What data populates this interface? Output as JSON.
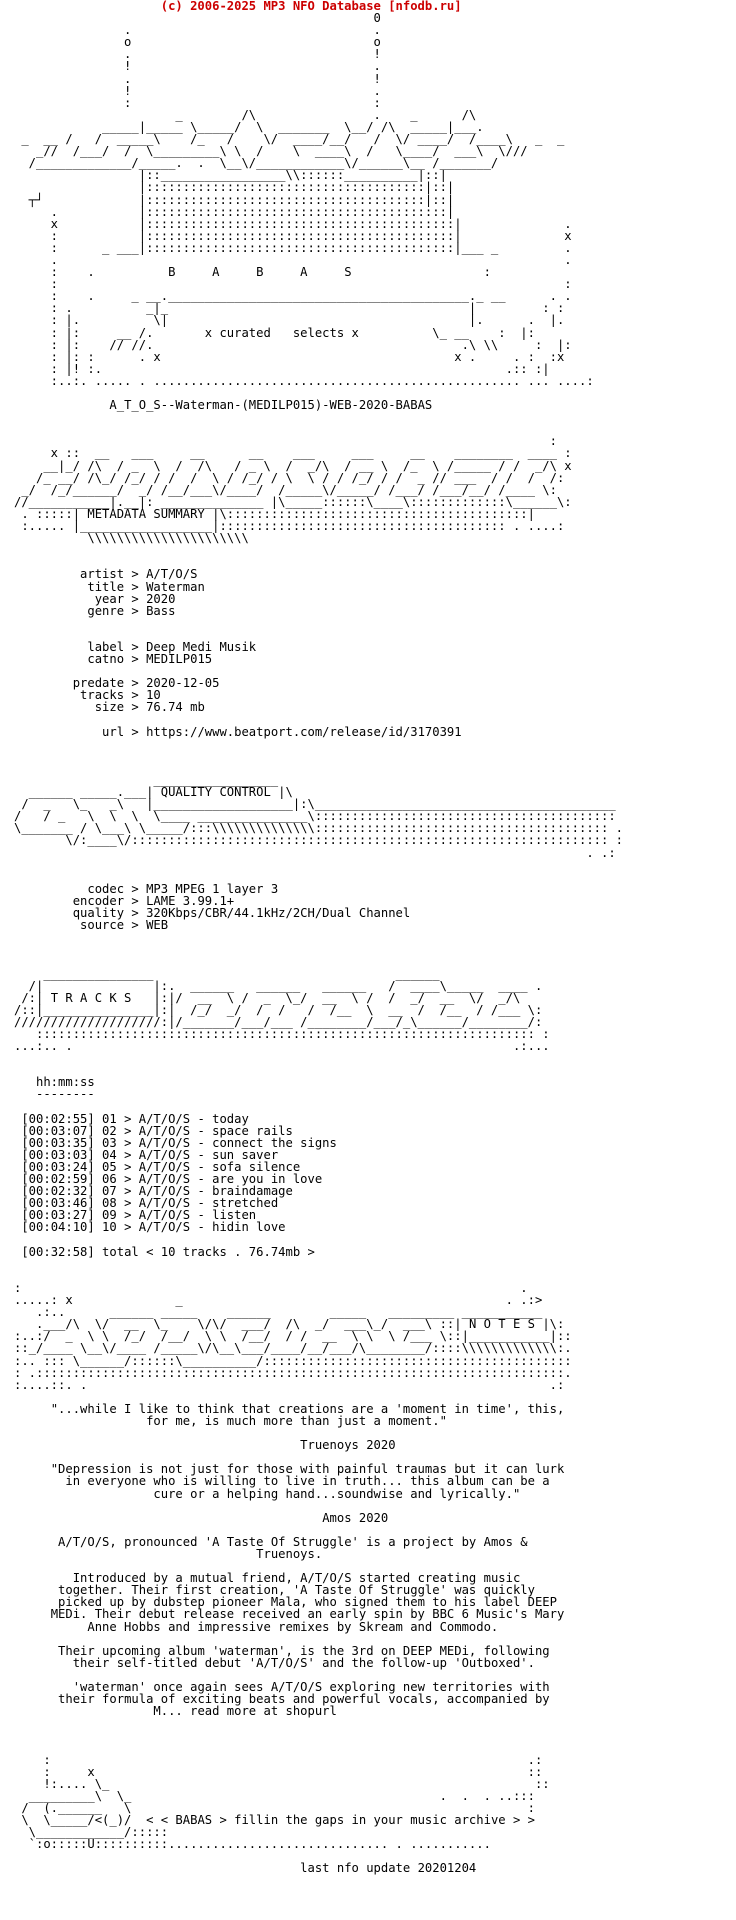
{
  "header": {
    "text": "(c) 2006-2025 MP3 NFO Database [nfodb.ru]",
    "color": "#cc0000"
  },
  "release_name": "A_T_O_S--Waterman-(MEDILP015)-WEB-2020-BABAS",
  "banner": {
    "letters": "B     A     B     A     S",
    "tagline": "x curated   selects x"
  },
  "metadata": {
    "heading": "METADATA SUMMARY",
    "artist": "A/T/O/S",
    "title": "Waterman",
    "year": "2020",
    "genre": "Bass",
    "label": "Deep Medi Musik",
    "catno": "MEDILP015",
    "predate": "2020-12-05",
    "tracks": "10",
    "size": "76.74 mb",
    "url": "https://www.beatport.com/release/id/3170391"
  },
  "quality": {
    "heading": "QUALITY CONTROL",
    "codec": "MP3 MPEG 1 layer 3",
    "encoder": "LAME 3.99.1+",
    "quality": "320Kbps/CBR/44.1kHz/2CH/Dual Channel",
    "source": "WEB"
  },
  "tracks": {
    "heading": "T R A C K S",
    "format": "hh:mm:ss",
    "rows": [
      "[00:02:55] 01 > A/T/O/S - today",
      "[00:03:07] 02 > A/T/O/S - space rails",
      "[00:03:35] 03 > A/T/O/S - connect the signs",
      "[00:03:03] 04 > A/T/O/S - sun saver",
      "[00:03:24] 05 > A/T/O/S - sofa silence",
      "[00:02:59] 06 > A/T/O/S - are you in love",
      "[00:02:32] 07 > A/T/O/S - braindamage",
      "[00:03:46] 08 > A/T/O/S - stretched",
      "[00:03:27] 09 > A/T/O/S - listen",
      "[00:04:10] 10 > A/T/O/S - hidin love"
    ],
    "total": "[00:32:58] total < 10 tracks . 76.74mb >"
  },
  "notes": {
    "heading": "N O T E S",
    "quote1": [
      "\"...while I like to think that creations are a 'moment in time', this,",
      "for me, is much more than just a moment.\""
    ],
    "attr1": "Truenoys 2020",
    "quote2": [
      "\"Depression is not just for those with painful traumas but it can lurk",
      "in everyone who is willing to live in truth... this album can be a",
      "cure or a helping hand...soundwise and lyrically.\""
    ],
    "attr2": "Amos 2020",
    "para1": [
      "A/T/O/S, pronounced 'A Taste Of Struggle' is a project by Amos &",
      "Truenoys."
    ],
    "para2": [
      "Introduced by a mutual friend, A/T/O/S started creating music",
      "together. Their first creation, 'A Taste Of Struggle' was quickly",
      "picked up by dubstep pioneer Mala, who signed them to his label DEEP",
      "MEDi. Their debut release received an early spin by BBC 6 Music's Mary",
      "Anne Hobbs and impressive remixes by Skream and Commodo."
    ],
    "para3": [
      "Their upcoming album 'waterman', is the 3rd on DEEP MEDi, following",
      "their self-titled debut 'A/T/O/S' and the follow-up 'Outboxed'."
    ],
    "para4": [
      "'waterman' once again sees A/T/O/S exploring new territories with",
      "their formula of exciting beats and powerful vocals, accompanied by",
      "M... read more at shopurl"
    ]
  },
  "footer": {
    "slogan": "< < BABAS > fillin the gaps in your music archive > >",
    "update": "last nfo update 20201204"
  }
}
